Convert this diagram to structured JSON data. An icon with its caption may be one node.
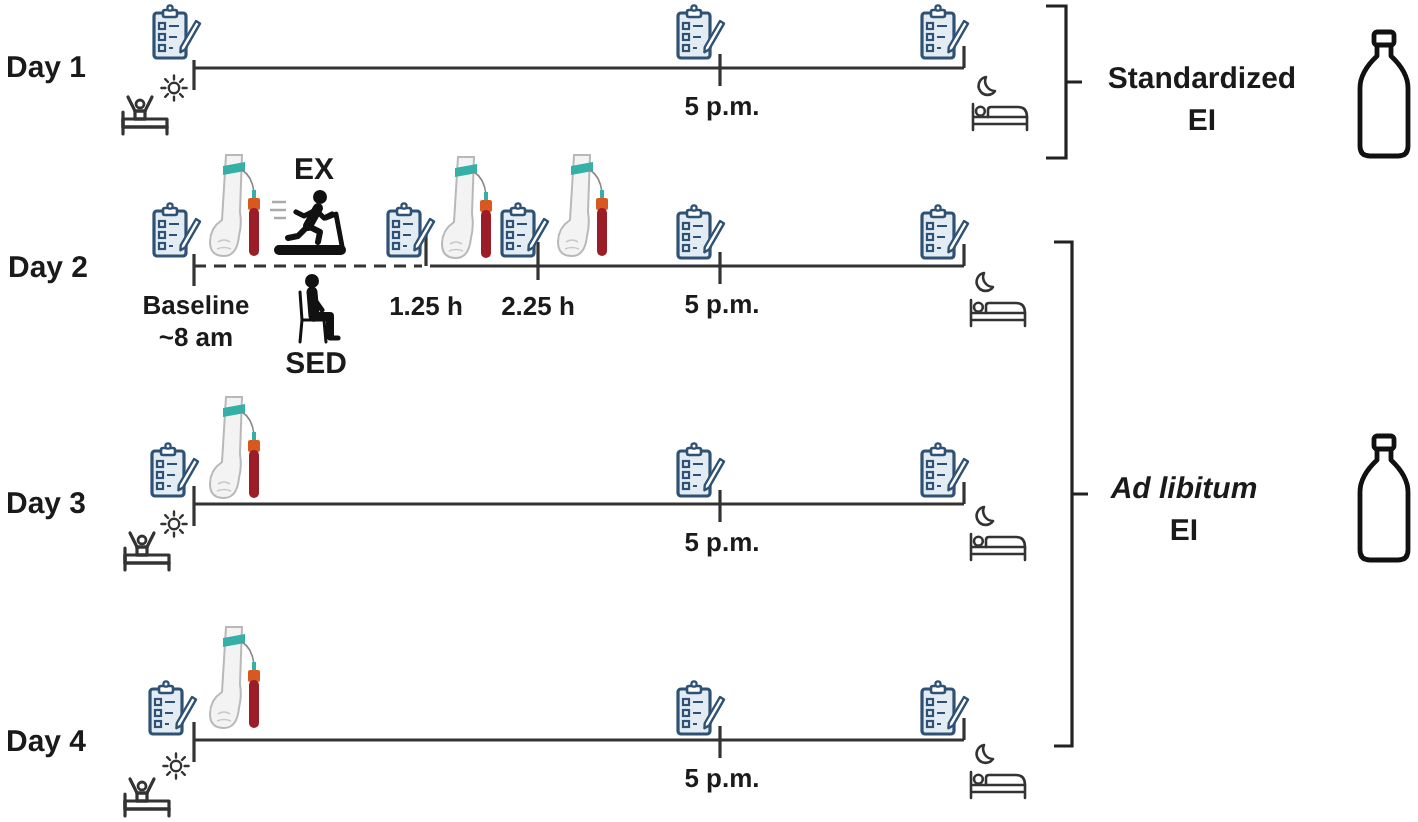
{
  "diagram": {
    "labels": [
      "Day 1",
      "5 p.m.",
      "Standardized EI",
      "EX",
      "Day 2",
      "Baseline ~8 am",
      "1.25 h",
      "2.25 h",
      "5 p.m.",
      "SED",
      "*Ad libitum* EI",
      "Day 3",
      "5 p.m.",
      "Day 4",
      "5 p.m."
    ]
  }
}
